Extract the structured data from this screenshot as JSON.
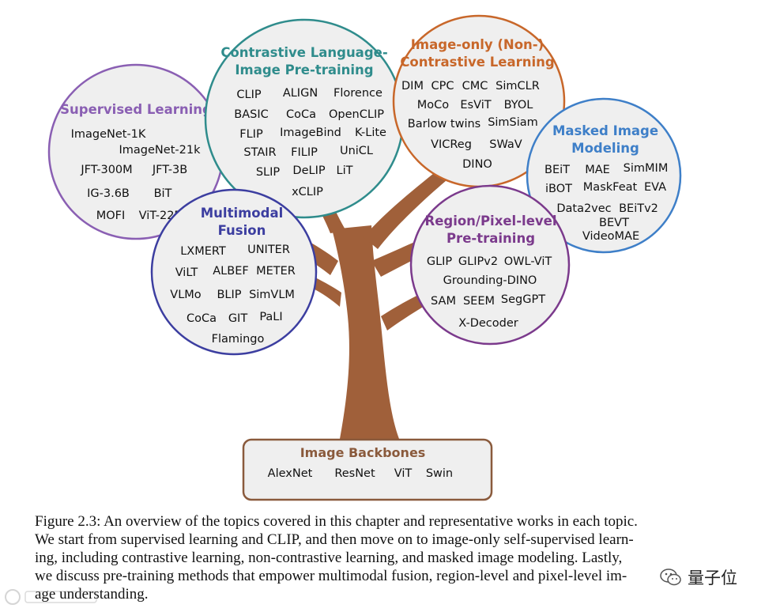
{
  "diagram": {
    "backbones": {
      "title": "Image Backbones",
      "works": [
        "AlexNet",
        "ResNet",
        "ViT",
        "Swin"
      ]
    },
    "supervised": {
      "title": "Supervised Learning",
      "color": "#8a5fb3",
      "works": [
        "ImageNet-1K",
        "ImageNet-21k",
        "JFT-300M",
        "JFT-3B",
        "IG-3.6B",
        "BiT",
        "MOFI",
        "ViT-22B"
      ]
    },
    "clip": {
      "title_lines": [
        "Contrastive Language-",
        "Image Pre-training"
      ],
      "color": "#2f8c8c",
      "works": [
        "CLIP",
        "ALIGN",
        "Florence",
        "BASIC",
        "CoCa",
        "OpenCLIP",
        "FLIP",
        "ImageBind",
        "K-Lite",
        "STAIR",
        "FILIP",
        "UniCL",
        "SLIP",
        "DeLIP",
        "LiT",
        "xCLIP"
      ]
    },
    "image_only": {
      "title_lines": [
        "Image-only (Non-)",
        "Contrastive Learning"
      ],
      "color": "#c8672a",
      "works": [
        "DIM",
        "CPC",
        "CMC",
        "SimCLR",
        "MoCo",
        "EsViT",
        "BYOL",
        "Barlow twins",
        "SimSiam",
        "VICReg",
        "SWaV",
        "DINO"
      ]
    },
    "masked": {
      "title_lines": [
        "Masked Image",
        "Modeling"
      ],
      "color": "#3e7fc8",
      "works": [
        "BEiT",
        "MAE",
        "SimMIM",
        "iBOT",
        "MaskFeat",
        "EVA",
        "Data2vec",
        "BEiTv2",
        "BEVT",
        "VideoMAE"
      ]
    },
    "multimodal": {
      "title_lines": [
        "Multimodal",
        "Fusion"
      ],
      "color": "#3c3ea0",
      "works": [
        "LXMERT",
        "UNITER",
        "ViLT",
        "ALBEF",
        "METER",
        "VLMo",
        "BLIP",
        "SimVLM",
        "CoCa",
        "GIT",
        "PaLI",
        "Flamingo"
      ]
    },
    "region": {
      "title_lines": [
        "Region/Pixel-level",
        "Pre-training"
      ],
      "color": "#7b3a8c",
      "works": [
        "GLIP",
        "GLIPv2",
        "OWL-ViT",
        "Grounding-DINO",
        "SAM",
        "SEEM",
        "SegGPT",
        "X-Decoder"
      ]
    },
    "trunk_color": "#a0603a",
    "box_color": "#8a5a3c"
  },
  "caption": {
    "lines": [
      "Figure 2.3: An overview of the topics covered in this chapter and representative works in each topic.",
      "We start from supervised learning and CLIP, and then move on to image-only self-supervised learn-",
      "ing, including contrastive learning, non-contrastive learning, and masked image modeling. Lastly,",
      "we discuss pre-training methods that empower multimodal fusion, region-level and pixel-level im-",
      "age understanding."
    ]
  },
  "watermark": {
    "text": "量子位",
    "icon": "wechat-icon"
  }
}
